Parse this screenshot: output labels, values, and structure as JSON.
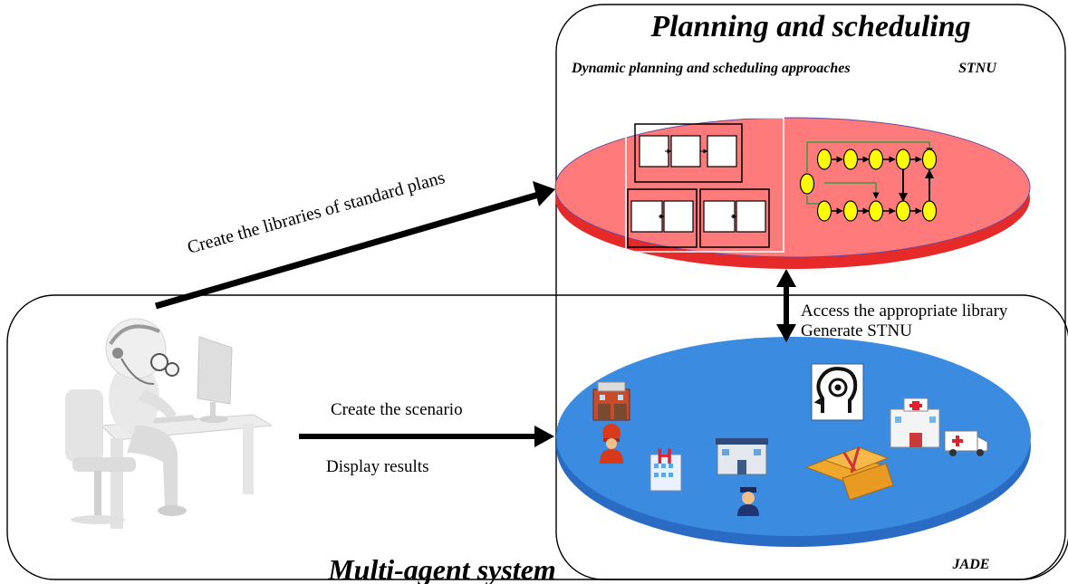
{
  "planning": {
    "title": "Planning and scheduling",
    "subtitle": "Dynamic planning and scheduling approaches",
    "tag": "STNU"
  },
  "mas": {
    "title": "Multi-agent system",
    "tag": "JADE"
  },
  "edges": {
    "create_libraries": "Create the libraries of standard plans",
    "access_library": "Access the appropriate library",
    "generate_stnu": "Generate STNU",
    "create_scenario": "Create the scenario",
    "display_results": "Display results"
  },
  "icons": [
    "operator-at-desk-icon",
    "fire-station-icon",
    "firefighter-icon",
    "hospital-icon",
    "police-station-icon",
    "police-officer-icon",
    "camp-tents-icon",
    "ai-brain-icon",
    "clinic-icon",
    "ambulance-icon"
  ],
  "colors": {
    "planning_disc": "#ff7b7b",
    "planning_disc_edge": "#e62a2a",
    "mas_disc": "#3b8be0",
    "mas_disc_edge": "#2a6cc4",
    "stnu_node": "#ffff00",
    "stnu_link": "#3a9a3a"
  }
}
